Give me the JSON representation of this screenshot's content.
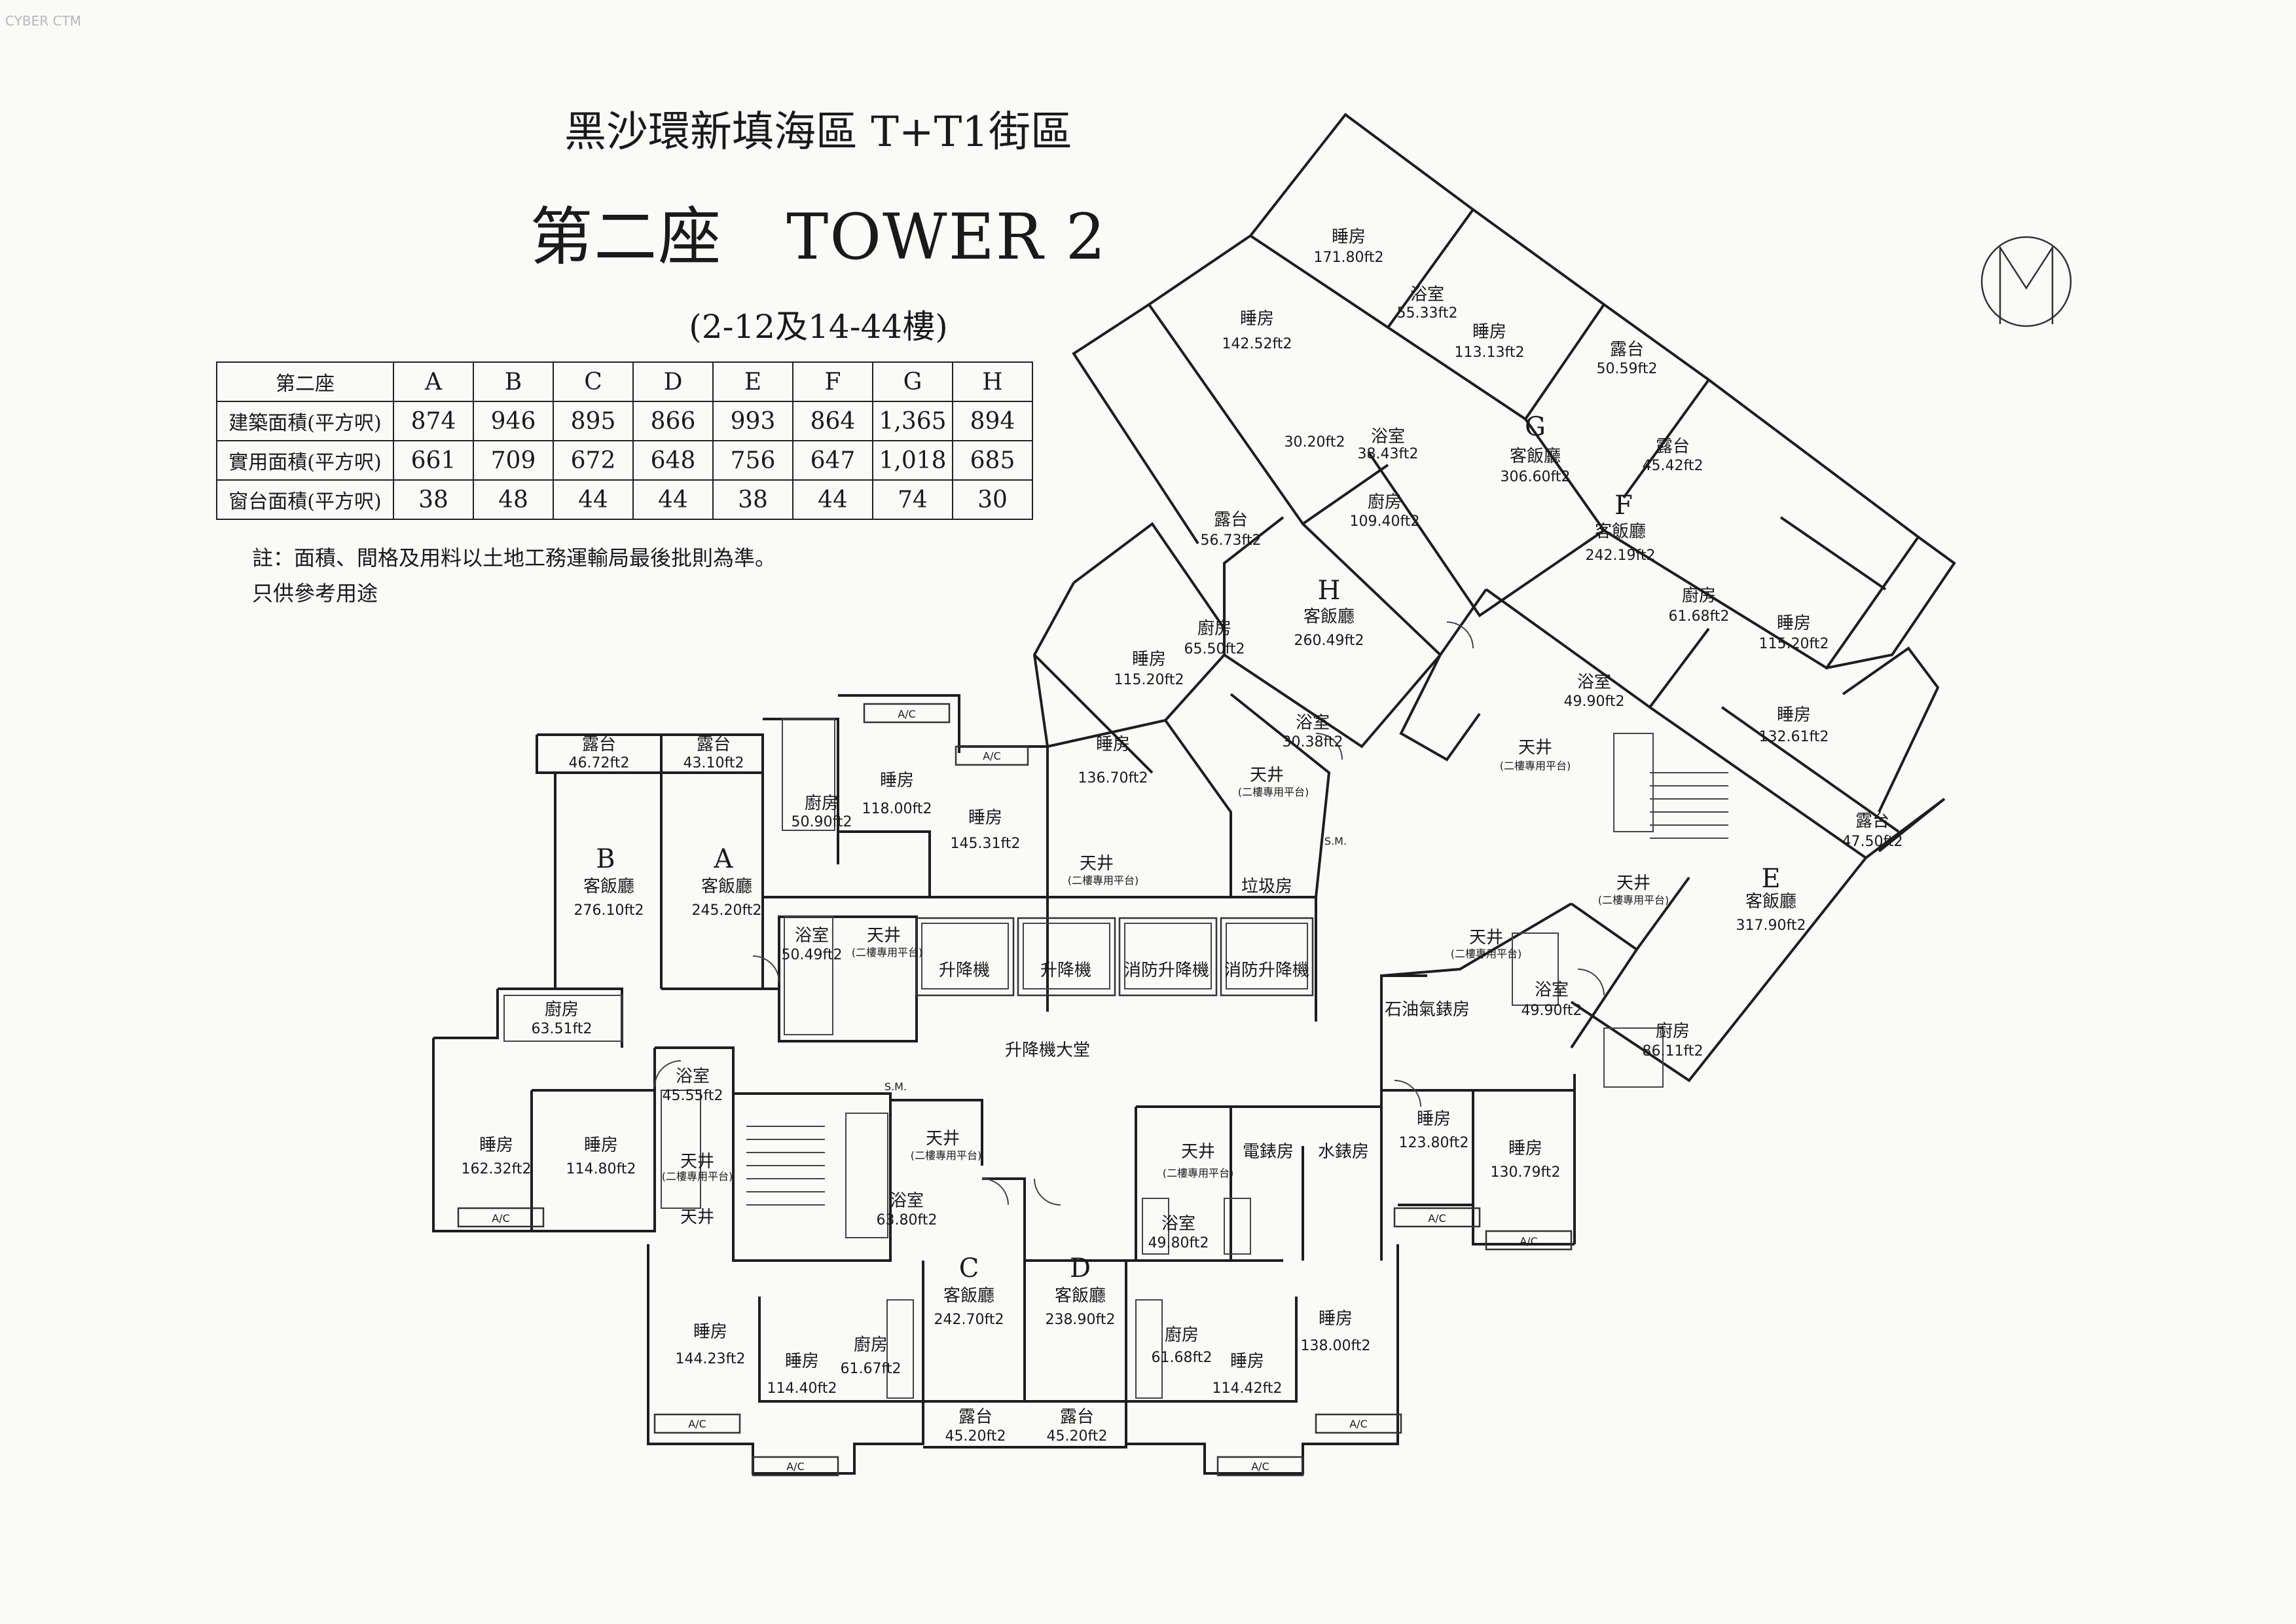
{
  "watermark": "CYBER CTM",
  "title": {
    "subtitle": "黑沙環新填海區 T+T1街區",
    "main": "第二座　TOWER 2",
    "floors": "(2-12及14-44樓)"
  },
  "area_table": {
    "corner": "第二座",
    "units": [
      "A",
      "B",
      "C",
      "D",
      "E",
      "F",
      "G",
      "H"
    ],
    "rows": [
      {
        "label": "建築面積(平方呎)",
        "values": [
          "874",
          "946",
          "895",
          "866",
          "993",
          "864",
          "1,365",
          "894"
        ]
      },
      {
        "label": "實用面積(平方呎)",
        "values": [
          "661",
          "709",
          "672",
          "648",
          "756",
          "647",
          "1,018",
          "685"
        ]
      },
      {
        "label": "窗台面積(平方呎)",
        "values": [
          "38",
          "48",
          "44",
          "44",
          "38",
          "44",
          "74",
          "30"
        ]
      }
    ]
  },
  "notes": [
    "註：面積、間格及用料以土地工務運輸局最後批則為準。",
    "只供參考用途"
  ],
  "unit_letters": [
    "A",
    "B",
    "C",
    "D",
    "E",
    "F",
    "G",
    "H"
  ],
  "rooms": [
    {
      "name": "睡房",
      "area": "171.80ft2"
    },
    {
      "name": "浴室",
      "area": "55.33ft2"
    },
    {
      "name": "睡房",
      "area": "142.52ft2"
    },
    {
      "name": "睡房",
      "area": "113.13ft2"
    },
    {
      "name": "露台",
      "area": "50.59ft2"
    },
    {
      "name": "浴室",
      "area": "38.43ft2"
    },
    {
      "name": "",
      "area": "30.20ft2"
    },
    {
      "name": "露台",
      "area": "45.42ft2"
    },
    {
      "name": "客飯廳",
      "area": "306.60ft2"
    },
    {
      "name": "廚房",
      "area": "109.40ft2"
    },
    {
      "name": "露台",
      "area": "56.73ft2"
    },
    {
      "name": "客飯廳",
      "area": "242.19ft2"
    },
    {
      "name": "客飯廳",
      "area": "260.49ft2"
    },
    {
      "name": "廚房",
      "area": "65.50ft2"
    },
    {
      "name": "廚房",
      "area": "61.68ft2"
    },
    {
      "name": "睡房",
      "area": "115.20ft2"
    },
    {
      "name": "睡房",
      "area": "115.20ft2"
    },
    {
      "name": "浴室",
      "area": "49.90ft2"
    },
    {
      "name": "睡房",
      "area": "132.61ft2"
    },
    {
      "name": "浴室",
      "area": "30.38ft2"
    },
    {
      "name": "睡房",
      "area": "136.70ft2"
    },
    {
      "name": "露台",
      "area": "47.50ft2"
    },
    {
      "name": "客飯廳",
      "area": "317.90ft2"
    },
    {
      "name": "露台",
      "area": "46.72ft2"
    },
    {
      "name": "露台",
      "area": "43.10ft2"
    },
    {
      "name": "廚房",
      "area": "50.90ft2"
    },
    {
      "name": "睡房",
      "area": "118.00ft2"
    },
    {
      "name": "睡房",
      "area": "145.31ft2"
    },
    {
      "name": "客飯廳",
      "area": "276.10ft2"
    },
    {
      "name": "客飯廳",
      "area": "245.20ft2"
    },
    {
      "name": "浴室",
      "area": "50.49ft2"
    },
    {
      "name": "浴室",
      "area": "49.90ft2"
    },
    {
      "name": "廚房",
      "area": "86.11ft2"
    },
    {
      "name": "廚房",
      "area": "63.51ft2"
    },
    {
      "name": "浴室",
      "area": "45.55ft2"
    },
    {
      "name": "睡房",
      "area": "162.32ft2"
    },
    {
      "name": "睡房",
      "area": "114.80ft2"
    },
    {
      "name": "睡房",
      "area": "123.80ft2"
    },
    {
      "name": "睡房",
      "area": "130.79ft2"
    },
    {
      "name": "浴室",
      "area": "63.80ft2"
    },
    {
      "name": "浴室",
      "area": "49.80ft2"
    },
    {
      "name": "客飯廳",
      "area": "242.70ft2"
    },
    {
      "name": "客飯廳",
      "area": "238.90ft2"
    },
    {
      "name": "睡房",
      "area": "144.23ft2"
    },
    {
      "name": "睡房",
      "area": "114.40ft2"
    },
    {
      "name": "廚房",
      "area": "61.67ft2"
    },
    {
      "name": "廚房",
      "area": "61.68ft2"
    },
    {
      "name": "睡房",
      "area": "114.42ft2"
    },
    {
      "name": "睡房",
      "area": "138.00ft2"
    },
    {
      "name": "露台",
      "area": "45.20ft2"
    },
    {
      "name": "露台",
      "area": "45.20ft2"
    }
  ],
  "common_areas": {
    "lift": "升降機",
    "fire_lift": "消防升降機",
    "lift_lobby": "升降機大堂",
    "refuse": "垃圾房",
    "electric_meter": "電錶房",
    "water_meter": "水錶房",
    "gas_meter": "石油氣錶房",
    "light_well": "天井",
    "light_well_note": "(二樓專用平台)",
    "sm": "S.M.",
    "ac": "A/C"
  }
}
